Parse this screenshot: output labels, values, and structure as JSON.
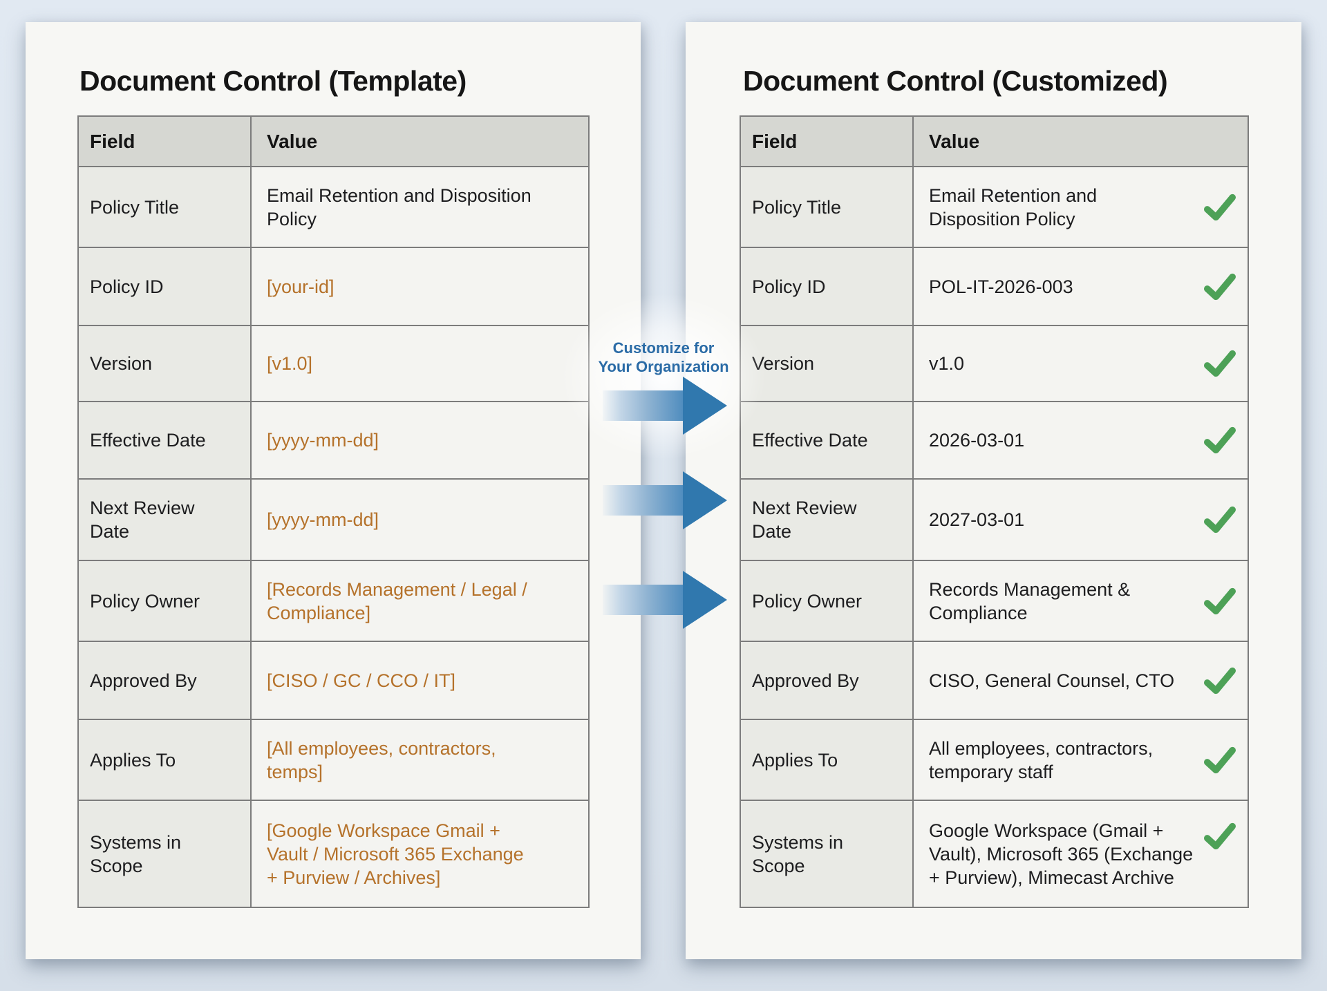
{
  "colors": {
    "page_bg": "#f7f7f4",
    "header_bg": "#d6d7d2",
    "field_bg": "#e9eae5",
    "value_bg": "#f4f4f1",
    "border": "#7c7c7c",
    "outer_border": "#6d6d6d",
    "placeholder_orange": "#b5722b",
    "check_green": "#4da157",
    "label_blue": "#2a6ba6",
    "arrow_head_blue": "#3078ae",
    "arrow_body_blue": "#4e8cbe"
  },
  "left_panel": {
    "title": "Document Control (Template)",
    "columns": [
      "Field",
      "Value"
    ],
    "rows": [
      {
        "field": "Policy Title",
        "value": "Email Retention and Disposition\nPolicy",
        "style": "normal"
      },
      {
        "field": "Policy ID",
        "value": "[your-id]",
        "style": "placeholder"
      },
      {
        "field": "Version",
        "value": "[v1.0]",
        "style": "placeholder"
      },
      {
        "field": "Effective Date",
        "value": "[yyyy-mm-dd]",
        "style": "placeholder"
      },
      {
        "field": "Next Review\nDate",
        "value": "[yyyy-mm-dd]",
        "style": "placeholder"
      },
      {
        "field": "Policy Owner",
        "value": "[Records Management / Legal /\nCompliance]",
        "style": "placeholder"
      },
      {
        "field": "Approved By",
        "value": "[CISO / GC / CCO / IT]",
        "style": "placeholder"
      },
      {
        "field": "Applies To",
        "value": "[All employees, contractors,\ntemps]",
        "style": "placeholder"
      },
      {
        "field": "Systems in\nScope",
        "value": "[Google Workspace Gmail +\nVault / Microsoft 365 Exchange\n+ Purview / Archives]",
        "style": "placeholder"
      }
    ]
  },
  "right_panel": {
    "title": "Document Control (Customized)",
    "columns": [
      "Field",
      "Value"
    ],
    "rows": [
      {
        "field": "Policy Title",
        "value": "Email Retention and\nDisposition Policy",
        "style": "normal",
        "checked": true
      },
      {
        "field": "Policy ID",
        "value": "POL-IT-2026-003",
        "style": "normal",
        "checked": true
      },
      {
        "field": "Version",
        "value": "v1.0",
        "style": "normal",
        "checked": true
      },
      {
        "field": "Effective Date",
        "value": "2026-03-01",
        "style": "normal",
        "checked": true
      },
      {
        "field": "Next Review\nDate",
        "value": "2027-03-01",
        "style": "normal",
        "checked": true
      },
      {
        "field": "Policy Owner",
        "value": "Records Management &\nCompliance",
        "style": "normal",
        "checked": true
      },
      {
        "field": "Approved By",
        "value": "CISO, General Counsel, CTO",
        "style": "normal",
        "checked": true
      },
      {
        "field": "Applies To",
        "value": "All employees, contractors,\ntemporary staff",
        "style": "normal",
        "checked": true
      },
      {
        "field": "Systems in\nScope",
        "value": "Google Workspace (Gmail +\nVault), Microsoft 365 (Exchange\n+ Purview), Mimecast Archive",
        "style": "normal",
        "checked": true,
        "check_position": "top"
      }
    ]
  },
  "connector": {
    "lines": [
      "Customize for",
      "Your Organization"
    ],
    "arrow_count": 3
  }
}
